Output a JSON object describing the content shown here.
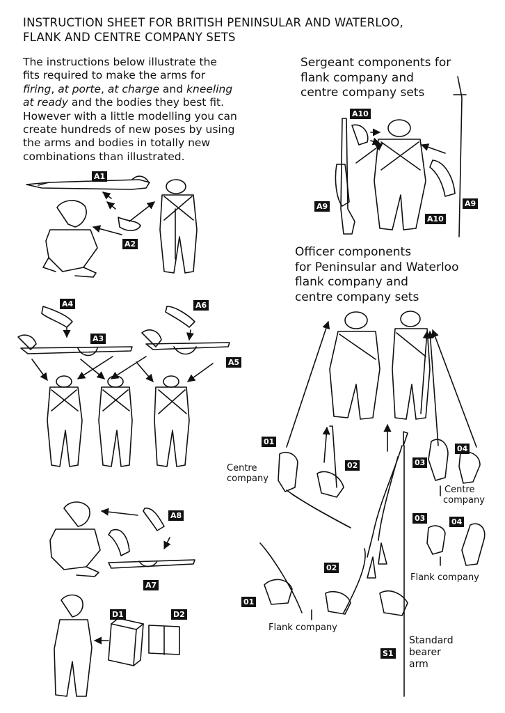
{
  "title": {
    "line1": "INSTRUCTION SHEET FOR BRITISH PENINSULAR AND WATERLOO,",
    "line2": "FLANK AND CENTRE COMPANY SETS"
  },
  "intro": [
    "The instructions below illustrate the",
    "fits required to make the arms for",
    "firing, at porte, at charge and kneeling",
    "at ready and the bodies they best fit.",
    "However with a little modelling you can",
    "create hundreds of new poses by using",
    "the arms and bodies in totally new",
    "combinations than illustrated."
  ],
  "sergeant_heading": [
    "Sergeant components for",
    "flank company and",
    "centre company sets"
  ],
  "officer_heading": [
    "Officer components",
    "for Peninsular and Waterloo",
    "flank company and",
    "centre company sets"
  ],
  "labels": {
    "centre_company_left": [
      "Centre",
      "company"
    ],
    "centre_company_right": [
      "Centre",
      "company"
    ],
    "flank_company_right": "Flank company",
    "flank_company_bottom": "Flank company",
    "standard_bearer": [
      "Standard",
      "bearer",
      "arm"
    ]
  },
  "badges": {
    "a1": "A1",
    "a2": "A2",
    "a3": "A3",
    "a4": "A4",
    "a5": "A5",
    "a6": "A6",
    "a7": "A7",
    "a8": "A8",
    "a9_left": "A9",
    "a9_right": "A9",
    "a10_top": "A10",
    "a10_bottom": "A10",
    "d1": "D1",
    "d2": "D2",
    "o01_top": "01",
    "o02_top": "02",
    "o03_top": "03",
    "o04_top": "04",
    "o03_mid": "03",
    "o04_mid": "04",
    "o01_bottom": "01",
    "o02_bottom": "02",
    "s1": "S1"
  }
}
